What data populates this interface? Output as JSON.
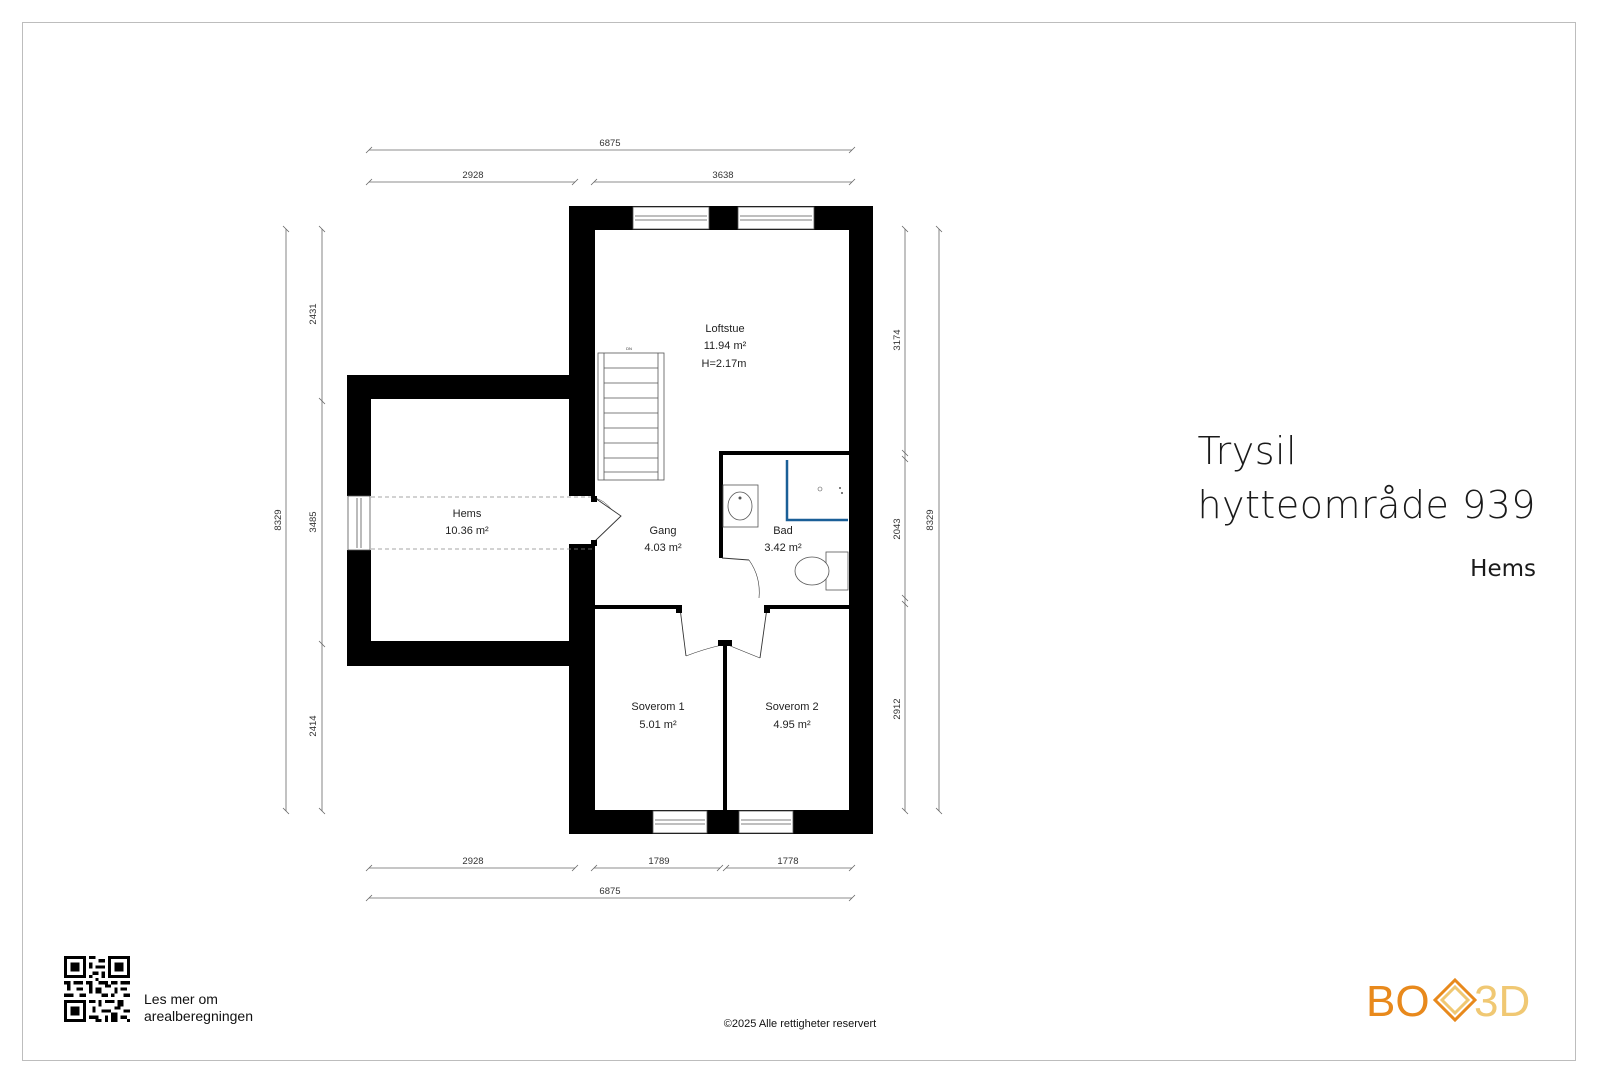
{
  "title": {
    "line1": "Trysil",
    "line2": "hytteområde 939",
    "subtitle": "Hems"
  },
  "dimensions": {
    "top_total": "6875",
    "top_left": "2928",
    "top_right": "3638",
    "bottom_left": "2928",
    "bottom_mid": "1789",
    "bottom_right": "1778",
    "bottom_total": "6875",
    "left_outer": "8329",
    "left_upper": "2431",
    "left_mid": "3485",
    "left_lower": "2414",
    "right_upper": "3174",
    "right_mid": "2043",
    "right_lower": "2912",
    "right_outer": "8329"
  },
  "rooms": {
    "loftstue": {
      "name": "Loftstue",
      "area": "11.94 m²",
      "height": "H=2.17m"
    },
    "hems": {
      "name": "Hems",
      "area": "10.36 m²"
    },
    "gang": {
      "name": "Gang",
      "area": "4.03 m²"
    },
    "bad": {
      "name": "Bad",
      "area": "3.42 m²"
    },
    "soverom1": {
      "name": "Soverom 1",
      "area": "5.01 m²"
    },
    "soverom2": {
      "name": "Soverom 2",
      "area": "4.95 m²"
    }
  },
  "stair_label": "DN",
  "footer": {
    "qr_text_line1": "Les mer om",
    "qr_text_line2": "arealberegningen",
    "copyright": "©2025 Alle rettigheter reservert",
    "logo_left": "BO",
    "logo_right": "3D"
  },
  "colors": {
    "wall": "#000000",
    "shower": "#1a5f97",
    "logo_orange": "#e8891c",
    "logo_gold": "#f0c873"
  }
}
